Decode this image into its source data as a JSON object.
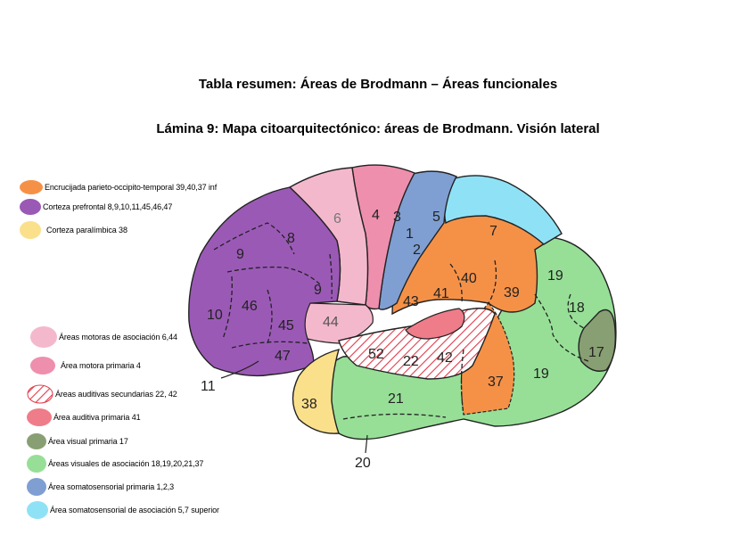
{
  "header": {
    "title": "Tabla resumen: Áreas de Brodmann – Áreas funcionales",
    "subtitle": "Lámina 9: Mapa citoarquitectónico: áreas de Brodmann. Visión lateral"
  },
  "colors": {
    "prefrontal": "#9b59b6",
    "motor_assoc": "#f4b8cc",
    "motor_primary": "#ee8fae",
    "somato_primary": "#7f9fd2",
    "somato_assoc": "#8fe2f6",
    "crossroads": "#f59147",
    "visual_primary": "#889f73",
    "visual_assoc": "#97df97",
    "paralimbic": "#fbe08c",
    "auditory_primary": "#ef7c89",
    "auditory_secondary": "#e23b4b"
  },
  "legend_top": [
    {
      "label": "Encrucijada parieto-occipito-temporal 39,40,37 inf",
      "color": "#f59147"
    },
    {
      "label": "Corteza prefrontal 8,9,10,11,45,46,47",
      "color": "#9b59b6"
    },
    {
      "label": "Corteza paralímbica 38",
      "color": "#fbe08c"
    }
  ],
  "legend_bottom": [
    {
      "label": "Áreas motoras de asociación 6,44",
      "color": "#f4b8cc"
    },
    {
      "label": "Área motora primaria 4",
      "color": "#ee8fae"
    },
    {
      "label": "Áreas auditivas secundarias 22, 42",
      "color": "hatched"
    },
    {
      "label": "Área auditiva primaria 41",
      "color": "#ef7c89"
    },
    {
      "label": "Área visual primaria 17",
      "color": "#889f73"
    },
    {
      "label": "Áreas visuales de asociación 18,19,20,21,37",
      "color": "#97df97"
    },
    {
      "label": "Área somatosensorial primaria 1,2,3",
      "color": "#7f9fd2"
    },
    {
      "label": "Área somatosensorial de asociación 5,7 superior",
      "color": "#8fe2f6"
    }
  ],
  "areas": {
    "a8": "8",
    "a9a": "9",
    "a9b": "9",
    "a10": "10",
    "a46": "46",
    "a45": "45",
    "a47": "47",
    "a11": "11",
    "a44": "44",
    "a6": "6",
    "a4": "4",
    "a3": "3",
    "a1": "1",
    "a2": "2",
    "a5": "5",
    "a7": "7",
    "a40": "40",
    "a43": "43",
    "a41": "41",
    "a39": "39",
    "a19a": "19",
    "a19b": "19",
    "a18": "18",
    "a17": "17",
    "a52": "52",
    "a22": "22",
    "a42": "42",
    "a37": "37",
    "a21": "21",
    "a38": "38",
    "a20": "20"
  }
}
